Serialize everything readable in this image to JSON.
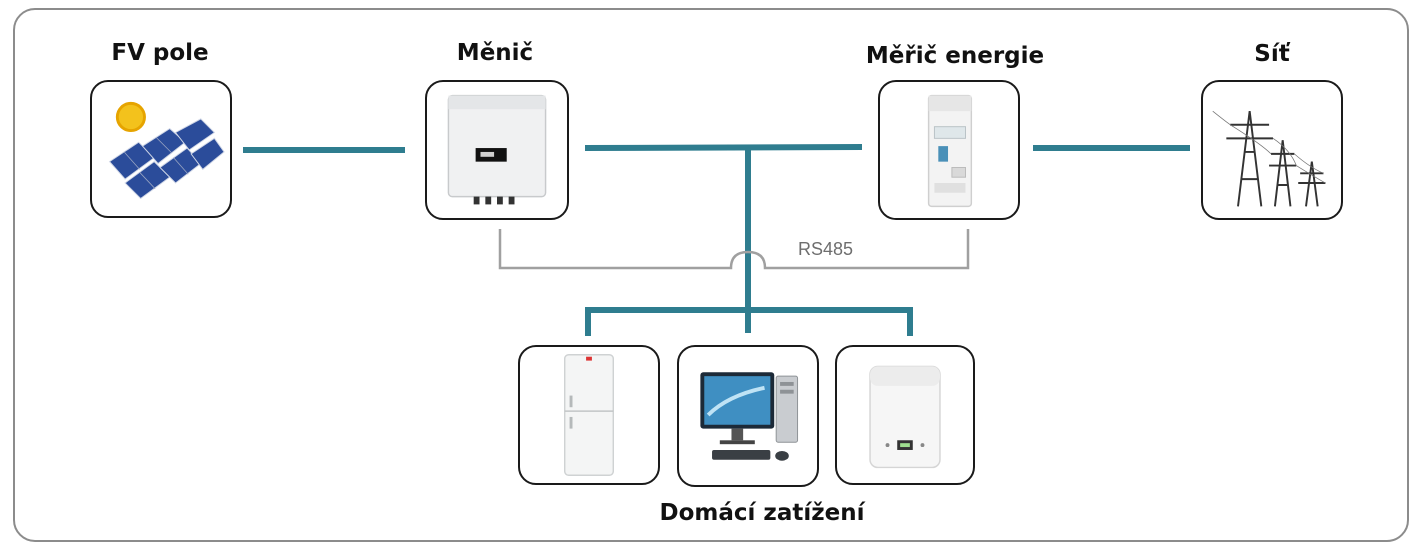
{
  "labels": {
    "pv": "FV pole",
    "inverter": "Měnič",
    "meter": "Měřič energie",
    "grid": "Síť",
    "loads": "Domácí zatížení",
    "rs485": "RS485"
  },
  "colors": {
    "power_line": "#2f7d8f",
    "comm_line": "#a0a0a0",
    "frame": "#8c8c8c"
  },
  "icons": [
    "solar-panel-icon",
    "inverter-icon",
    "energy-meter-icon",
    "power-pylon-icon",
    "refrigerator-icon",
    "computer-icon",
    "water-heater-icon"
  ]
}
